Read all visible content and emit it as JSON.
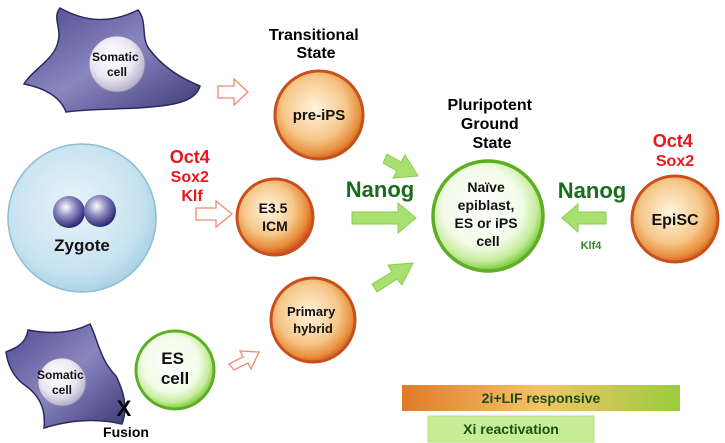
{
  "headings": {
    "transitional": [
      "Transitional",
      "State"
    ],
    "ground": [
      "Pluripotent",
      "Ground",
      "State"
    ]
  },
  "cells": {
    "somatic_top": [
      "Somatic",
      "cell"
    ],
    "somatic_bottom": [
      "Somatic",
      "cell"
    ],
    "zygote": "Zygote",
    "pre_ips": "pre-iPS",
    "icm": [
      "E3.5",
      "ICM"
    ],
    "primary_hybrid": [
      "Primary",
      "hybrid"
    ],
    "es_cell": [
      "ES",
      "cell"
    ],
    "naive": [
      "Naïve",
      "epiblast,",
      "ES or iPS",
      "cell"
    ],
    "episc": "EpiSC"
  },
  "factors": {
    "left": [
      "Oct4",
      "Sox2",
      "Klf"
    ],
    "right": [
      "Oct4",
      "Sox2"
    ],
    "nanog_left": "Nanog",
    "nanog_right": "Nanog",
    "klf4": "Klf4",
    "x_mark": "X",
    "fusion": "Fusion"
  },
  "bars": {
    "lif": "2i+LIF responsive",
    "xi": "Xi reactivation"
  },
  "colors": {
    "factor_red": "#e8171c",
    "nanog_green": "#1a6b1a",
    "arrow_green": "#a8e070",
    "arrow_outline_red": "#f08a70",
    "orange_cell": "#e06a28",
    "green_cell": "#8ad14a",
    "zygote": "#b8dcec",
    "somatic": "#6e6aa8"
  }
}
